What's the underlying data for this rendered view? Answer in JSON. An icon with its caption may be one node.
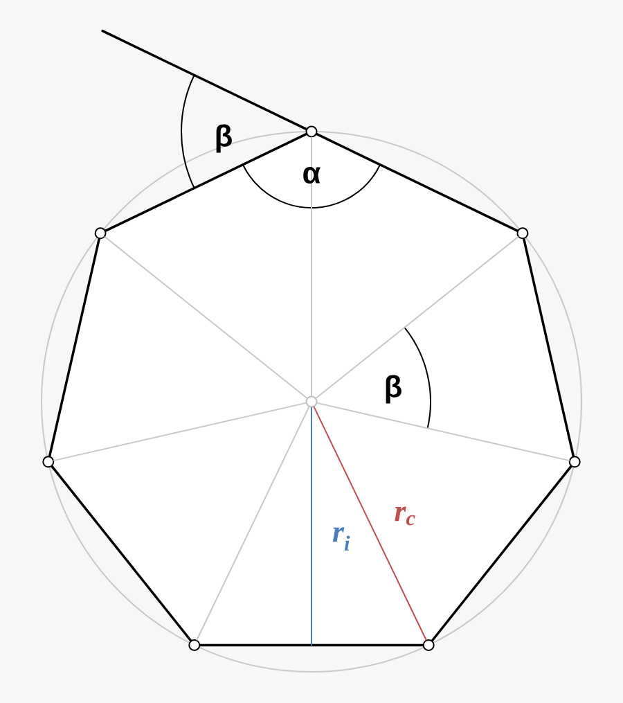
{
  "diagram": {
    "nodes": [
      {
        "text": [],
        "shape": "circle"
      },
      {
        "text": [],
        "shape": "circle"
      },
      {
        "text": [],
        "shape": "circle"
      },
      {
        "text": [],
        "shape": "circle"
      },
      {
        "text": [],
        "shape": "circle"
      },
      {
        "text": [],
        "shape": "circle"
      },
      {
        "text": [],
        "shape": "circle"
      },
      {
        "text": [],
        "shape": "circle"
      }
    ],
    "edges": [
      {
        "from": 0,
        "to": 1,
        "arrow": "none"
      },
      {
        "from": 1,
        "to": 2,
        "arrow": "none"
      },
      {
        "from": 2,
        "to": 3,
        "arrow": "none"
      },
      {
        "from": 3,
        "to": 4,
        "arrow": "none"
      },
      {
        "from": 4,
        "to": 5,
        "arrow": "none"
      },
      {
        "from": 5,
        "to": 6,
        "arrow": "none"
      },
      {
        "from": 6,
        "to": 0,
        "arrow": "none"
      },
      {
        "from": 0,
        "to": null,
        "arrow": "none"
      },
      {
        "from": 7,
        "to": 0,
        "arrow": "none",
        "color": "#c8c8c8"
      },
      {
        "from": 7,
        "to": 1,
        "arrow": "none",
        "color": "#c8c8c8"
      },
      {
        "from": 7,
        "to": 2,
        "arrow": "none",
        "color": "#c8c8c8"
      },
      {
        "from": 7,
        "to": 4,
        "arrow": "none",
        "color": "#c8c8c8"
      },
      {
        "from": 7,
        "to": 5,
        "arrow": "none",
        "color": "#c8c8c8"
      },
      {
        "from": 7,
        "to": 6,
        "arrow": "none",
        "color": "#c8c8c8"
      },
      {
        "from": 7,
        "to": 3,
        "arrow": "none",
        "color": "#c0504d",
        "label": "r$_{c}$"
      },
      {
        "from": 7,
        "to": null,
        "arrow": "none",
        "color": "#4a7ebb",
        "label": "r$_{i}$"
      }
    ],
    "labels": [
      "β",
      "α",
      "β"
    ]
  }
}
